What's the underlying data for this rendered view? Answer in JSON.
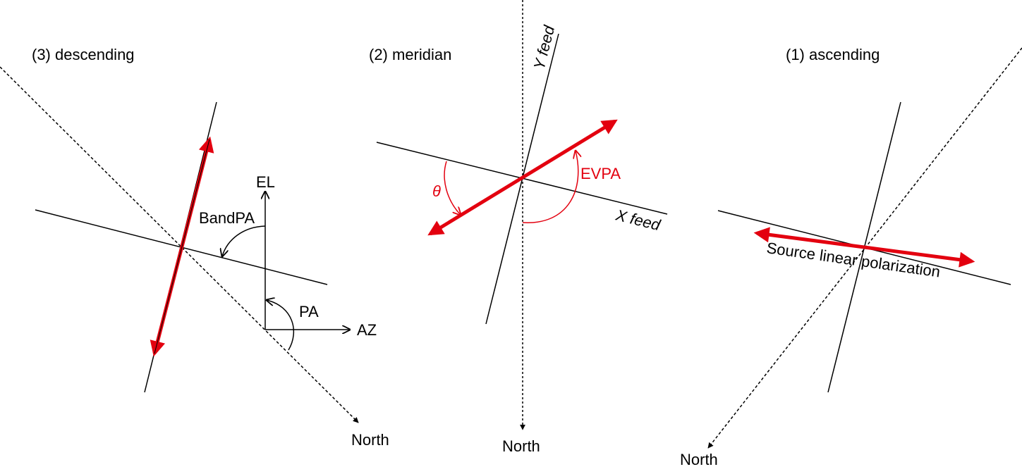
{
  "panels": [
    {
      "title": "(3) descending",
      "north": "North",
      "el": "EL",
      "az": "AZ",
      "pa": "PA",
      "bandpa": "BandPA"
    },
    {
      "title": "(2) meridian",
      "north": "North",
      "y_feed": "Y feed",
      "x_feed": "X feed",
      "theta": "θ",
      "evpa": "EVPA"
    },
    {
      "title": "(1) ascending",
      "north": "North",
      "source": "Source linear polarization"
    }
  ],
  "colors": {
    "line": "#000000",
    "accent": "#e3000f"
  }
}
